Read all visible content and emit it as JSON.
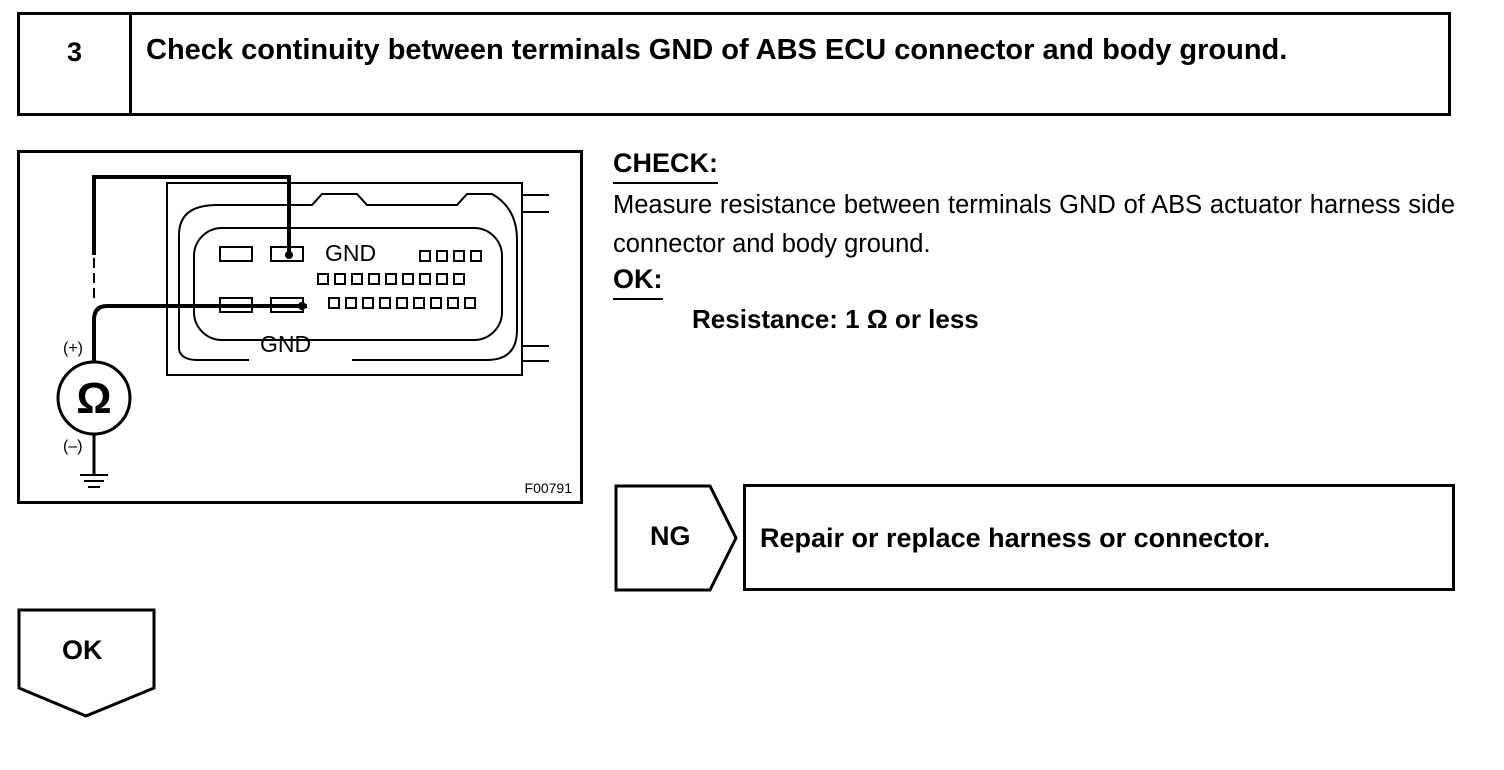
{
  "step": {
    "number": "3",
    "title": "Check continuity between terminals GND of ABS ECU connector and body ground."
  },
  "figure": {
    "code": "F00791",
    "meter_symbol": "Ω",
    "plus_label": "(+)",
    "minus_label": "(–)",
    "gnd_label_upper": "GND",
    "gnd_label_lower": "GND"
  },
  "check": {
    "label": "CHECK:",
    "text": "Measure resistance between terminals GND of ABS actuator harness side connector and body ground."
  },
  "ok_spec": {
    "label": "OK:",
    "text": "Resistance: 1 Ω or less"
  },
  "results": {
    "ng_label": "NG",
    "ng_action": "Repair or replace harness or connector.",
    "ok_label": "OK"
  }
}
